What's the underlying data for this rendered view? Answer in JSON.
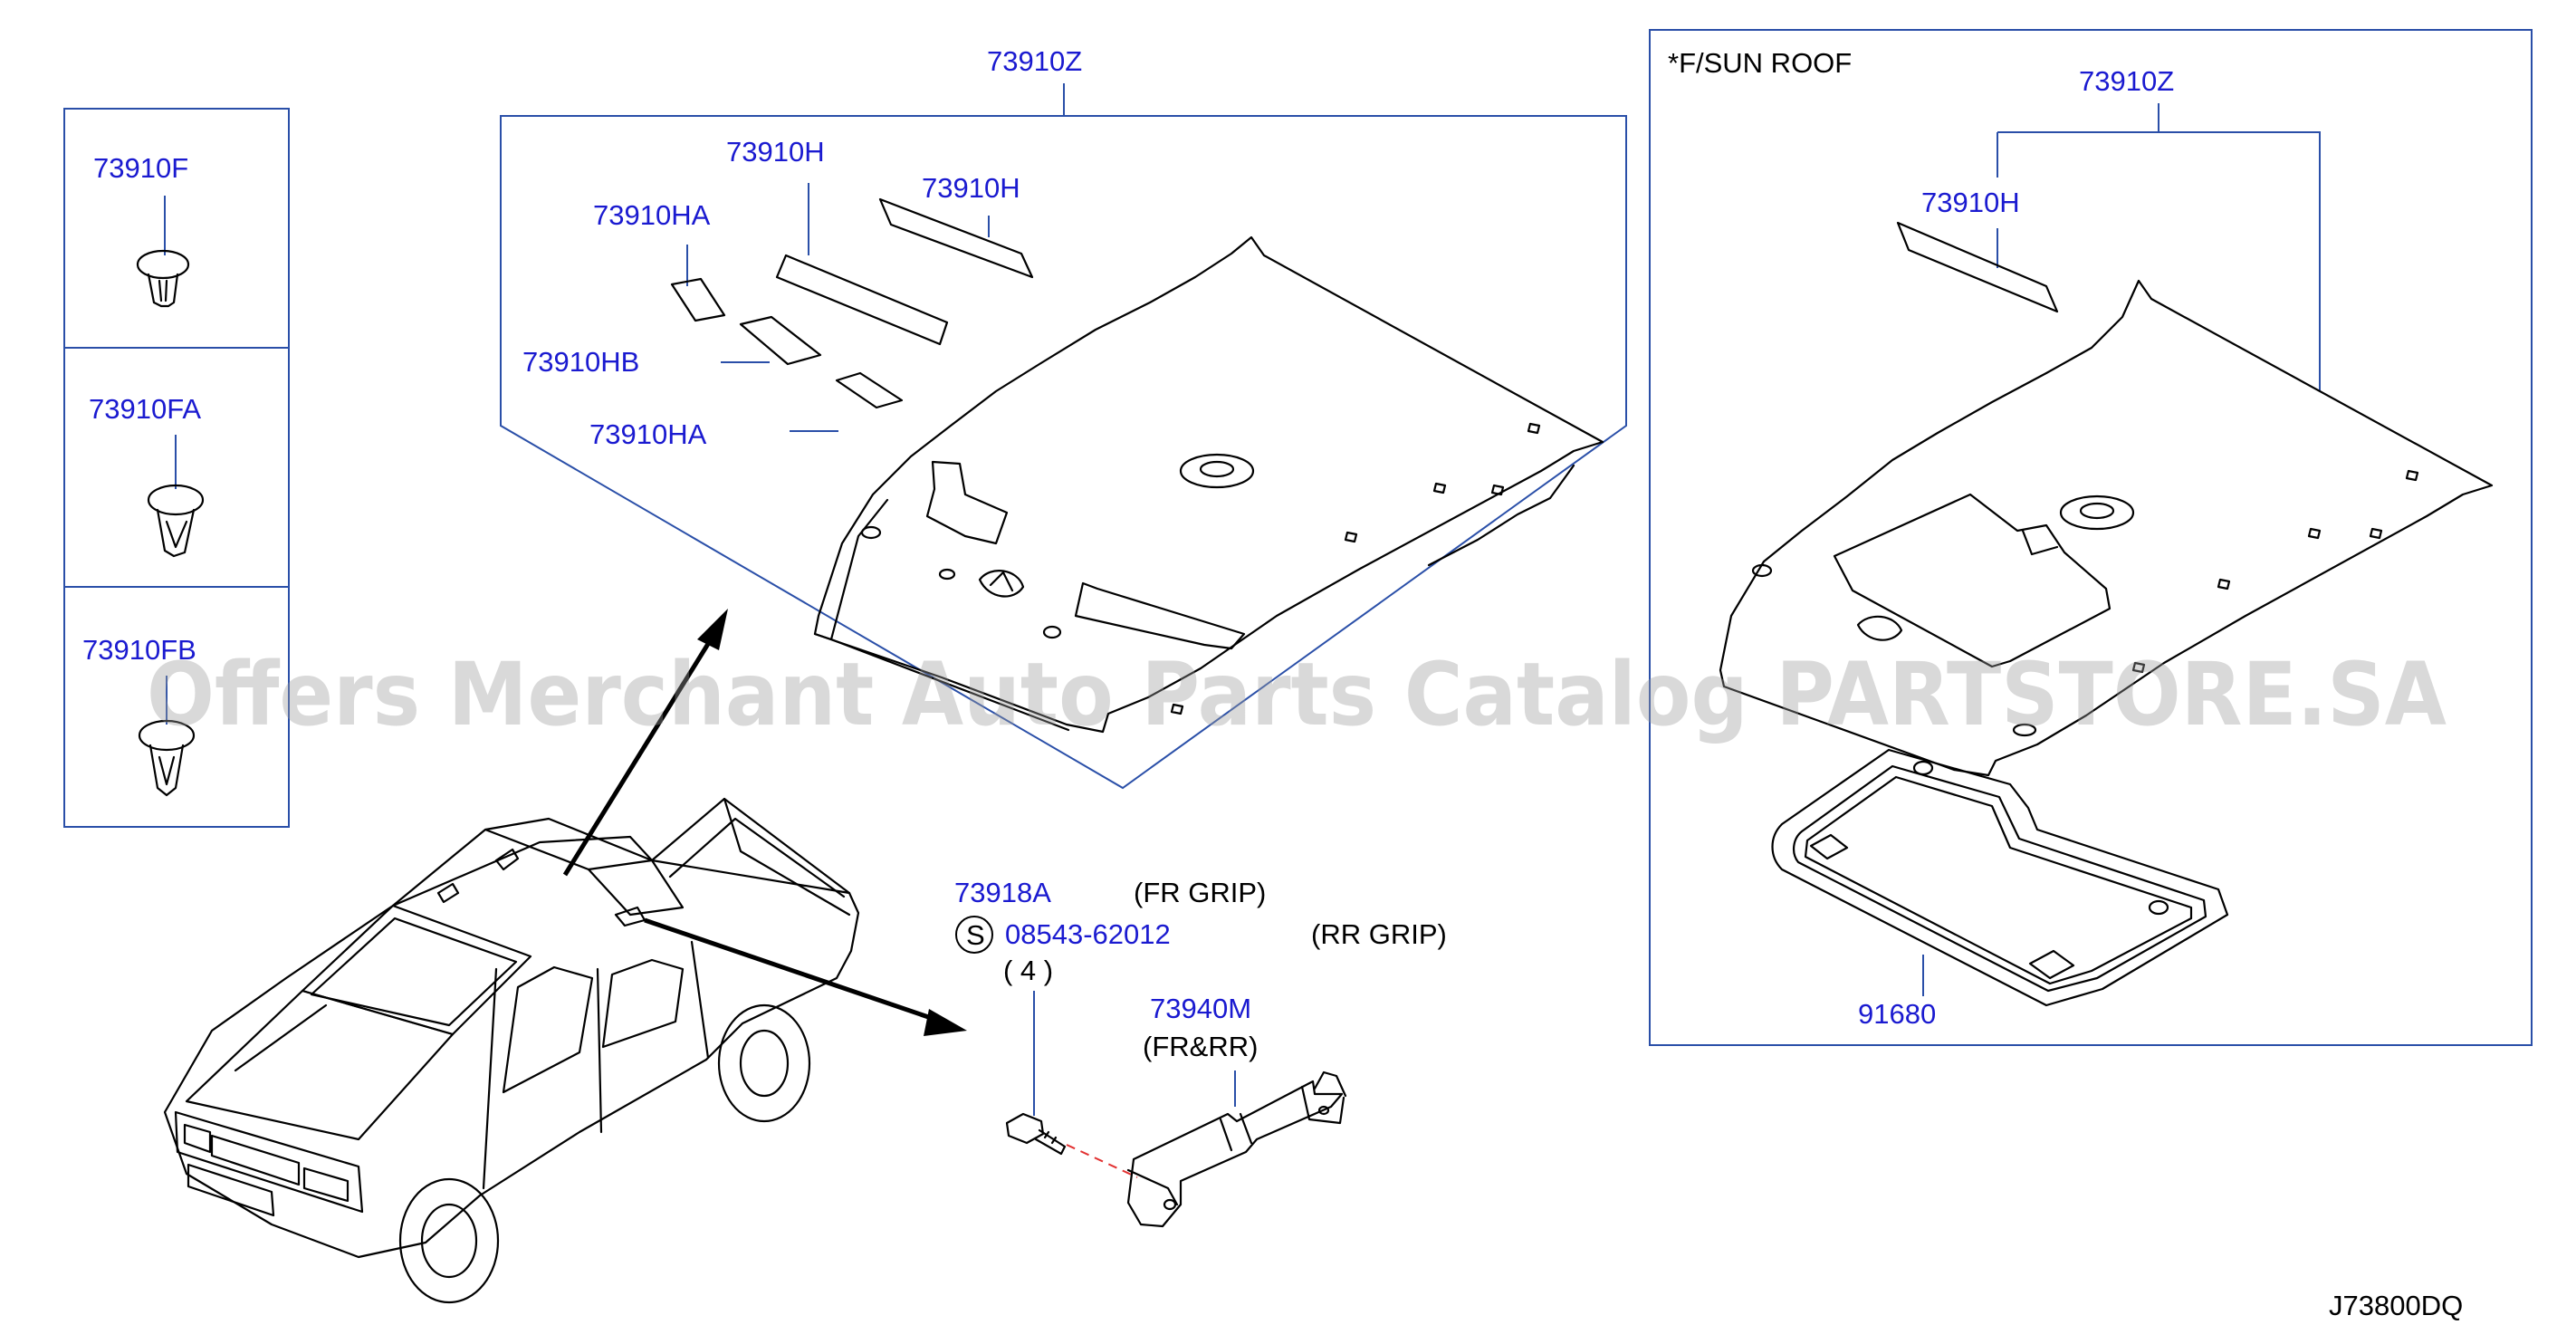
{
  "diagram": {
    "watermark": "Offers Merchant Auto Parts Catalog PARTSTORE.SA",
    "drawing_code": "J73800DQ",
    "clips": [
      {
        "part": "73910F"
      },
      {
        "part": "73910FA"
      },
      {
        "part": "73910FB"
      }
    ],
    "headlining": {
      "part": "73910Z",
      "labels": [
        "73910H",
        "73910H",
        "73910HA",
        "73910HB",
        "73910HA"
      ]
    },
    "sunroof_box": {
      "note": "*F/SUN   ROOF",
      "headlining_part": "73910Z",
      "pad_part": "73910H",
      "finisher_part": "91680"
    },
    "grip": {
      "fr_part": "73918A",
      "fr_note": "(FR   GRIP)",
      "screw_symbol": "S",
      "screw_part": "08543-62012",
      "rr_note": "(RR   GRIP)",
      "qty": "(  4  )",
      "bracket_part": "73940M",
      "bracket_note": "(FR&RR)"
    }
  }
}
